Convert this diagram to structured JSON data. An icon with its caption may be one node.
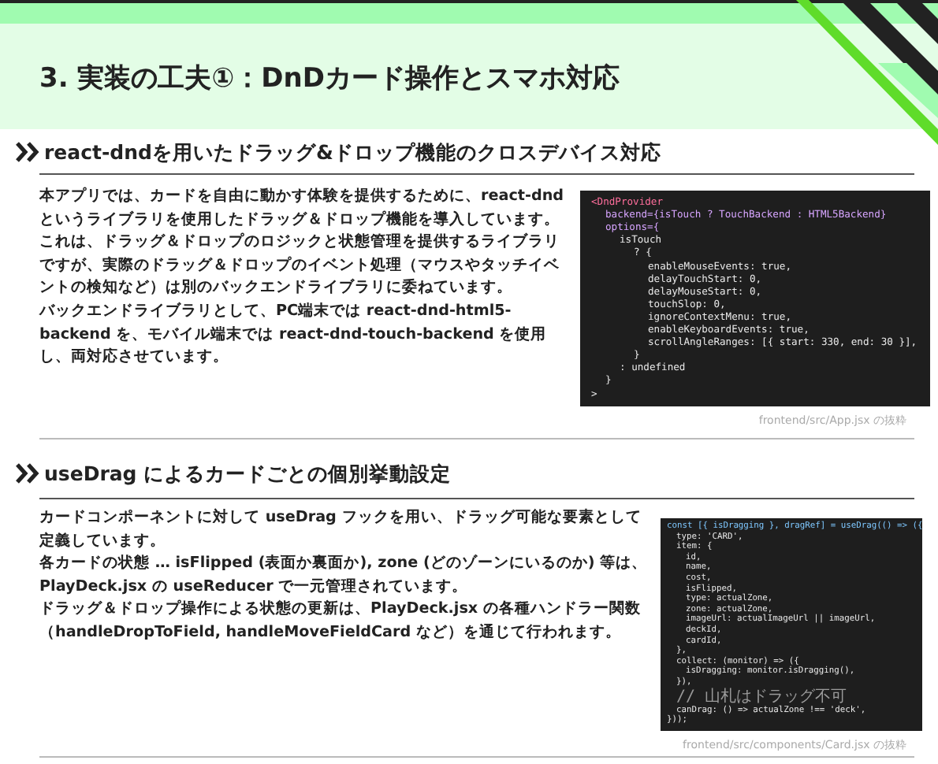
{
  "diagram": {
    "title": "3. 実装の工夫①：DnDカード操作とスマホ対応",
    "labels": [
      "react-dndを用いたドラッグ&ドロップ機能のクロスデバイス対応",
      "本アプリでは、カードを自由に動かす体験を提供するために、react-dnd というライブラリを使用したドラッグ＆ドロップ機能を導入しています。",
      "これは、ドラッグ＆ドロップのロジックと状態管理を提供するライブラリですが、実際のドラッグ＆ドロップのイベント処理（マウスやタッチイベントの検知など）は別のバックエンドライブラリに委ねています。",
      "バックエンドライブラリとして、PC端末では react-dnd-html5-backend を、モバイル端末では react-dnd-touch-backend を使用し、両対応させています。",
      "<DndProvider",
      "backend={isTouch ? TouchBackend : HTML5Backend}",
      "options={",
      "isTouch",
      "? {",
      "enableMouseEvents: true,",
      "delayTouchStart: 0,",
      "delayMouseStart: 0,",
      "touchSlop: 0,",
      "ignoreContextMenu: true,",
      "enableKeyboardEvents: true,",
      "scrollAngleRanges: [{ start: 330, end: 30 }],",
      "}",
      ": undefined",
      "}",
      ">",
      "frontend/src/App.jsx の抜粋",
      "useDrag によるカードごとの個別挙動設定",
      "カードコンポーネントに対して useDrag フックを用い、ドラッグ可能な要素として定義しています。",
      "各カードの状態 … isFlipped (表面か裏面か), zone (どのゾーンにいるのか) 等は、PlayDeck.jsx の useReducer で一元管理されています。",
      "ドラッグ＆ドロップ操作による状態の更新は、PlayDeck.jsx の各種ハンドラー関数（handleDropToField, handleMoveFieldCard など）を通じて行われます。",
      "const [{ isDragging }, dragRef] = useDrag(() => ({",
      "type: 'CARD',",
      "item: {",
      "id,",
      "name,",
      "cost,",
      "isFlipped,",
      "type: actualZone,",
      "zone: actualZone,",
      "imageUrl: actualImageUrl || imageUrl,",
      "deckId,",
      "cardId,",
      "},",
      "collect: (monitor) => ({",
      "isDragging: monitor.isDragging(),",
      "}),",
      "// 山札はドラッグ不可",
      "canDrag: () => actualZone !== 'deck',",
      "}));",
      "frontend/src/components/Card.jsx の抜粋"
    ]
  }
}
